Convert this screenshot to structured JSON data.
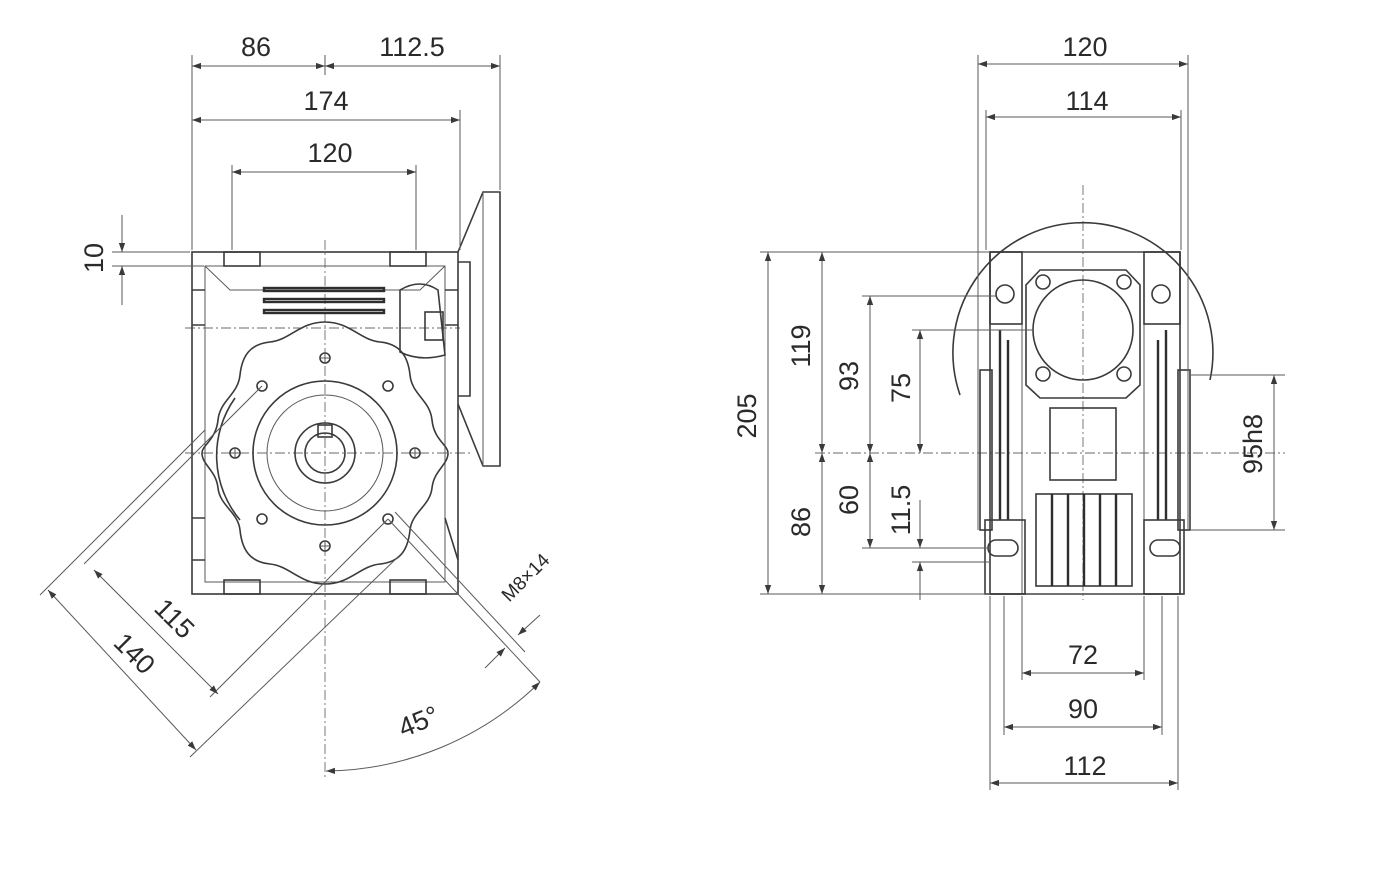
{
  "front_view": {
    "dims": {
      "d86": "86",
      "d112_5": "112.5",
      "d174": "174",
      "d120": "120",
      "d10": "10",
      "d115": "115",
      "d140": "140",
      "thread": "M8×14",
      "angle": "45°"
    }
  },
  "side_view": {
    "dims": {
      "d120": "120",
      "d114": "114",
      "d205": "205",
      "d119": "119",
      "d93": "93",
      "d75": "75",
      "d86": "86",
      "d60": "60",
      "d11_5": "11.5",
      "d95h8": "95h8",
      "d72": "72",
      "d90": "90",
      "d112": "112"
    }
  },
  "colors": {
    "line": "#3a3a3a",
    "background": "#ffffff"
  }
}
